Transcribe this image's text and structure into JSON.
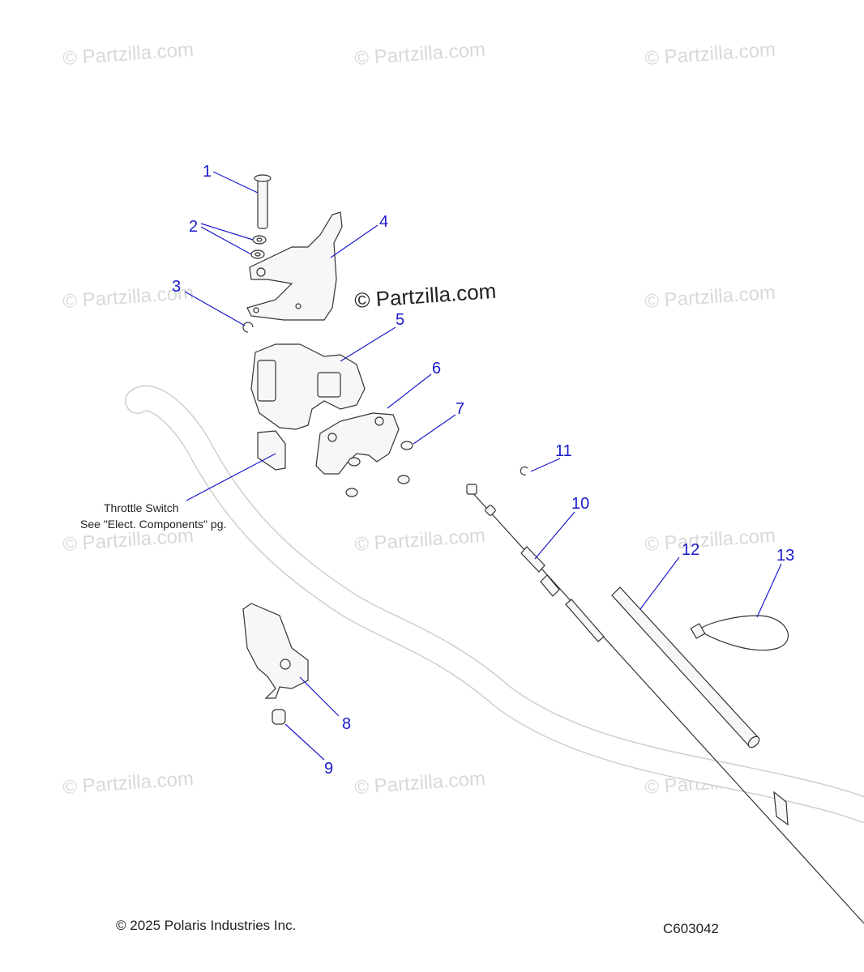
{
  "watermark_text": "© Partzilla.com",
  "callouts": [
    {
      "label": "1"
    },
    {
      "label": "2"
    },
    {
      "label": "3"
    },
    {
      "label": "4"
    },
    {
      "label": "5"
    },
    {
      "label": "6"
    },
    {
      "label": "7"
    },
    {
      "label": "8"
    },
    {
      "label": "9"
    },
    {
      "label": "10"
    },
    {
      "label": "11"
    },
    {
      "label": "12"
    },
    {
      "label": "13"
    }
  ],
  "note": {
    "line1": "Throttle Switch",
    "line2": "See \"Elect. Components\" pg."
  },
  "footer": {
    "copyright": "© 2025 Polaris Industries Inc.",
    "diagram_code": "C603042"
  },
  "colors": {
    "callout": "#1a1acc",
    "watermark": "#d9d9d9",
    "line": "#333333"
  }
}
